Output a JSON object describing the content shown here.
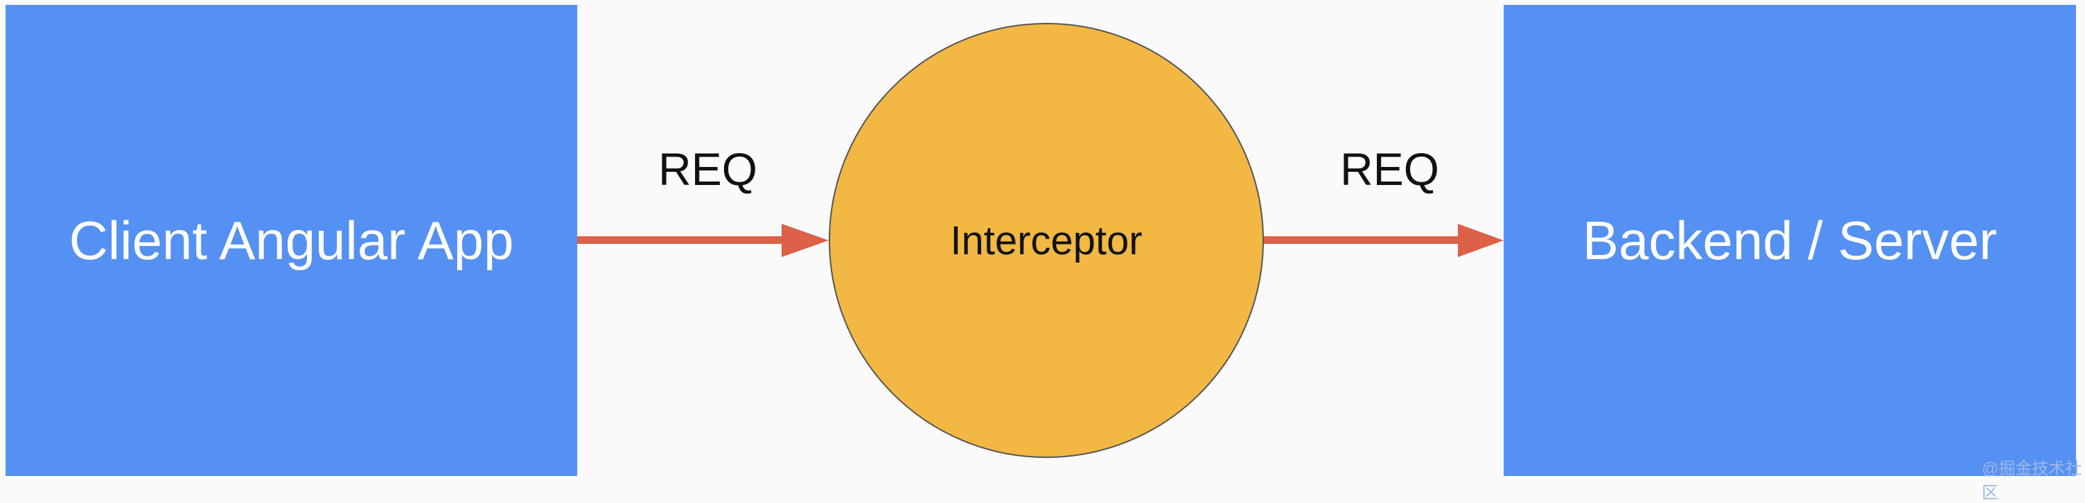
{
  "nodes": {
    "client": "Client Angular App",
    "interceptor": "Interceptor",
    "server": "Backend / Server"
  },
  "edges": [
    {
      "from": "client",
      "to": "interceptor",
      "label": "REQ"
    },
    {
      "from": "interceptor",
      "to": "server",
      "label": "REQ"
    }
  ],
  "colors": {
    "box": "#5591f2",
    "circle": "#f2b843",
    "arrow": "#dc6148",
    "background": "#fafafa"
  },
  "watermark": "@掘金技术社区"
}
